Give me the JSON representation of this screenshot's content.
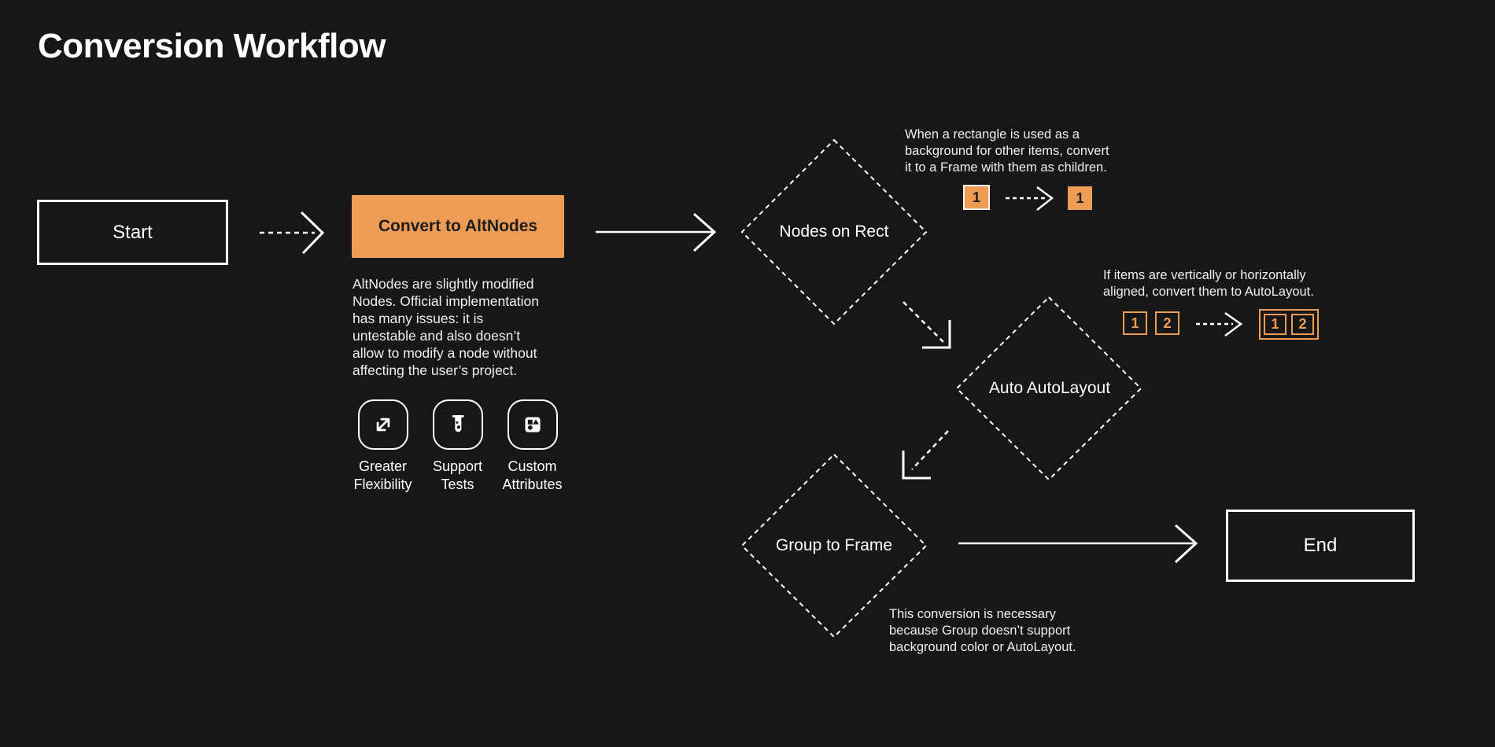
{
  "page": {
    "title": "Conversion Workflow",
    "background_color": "#171717",
    "accent_color": "#EE9C53"
  },
  "nodes": {
    "start": {
      "label": "Start"
    },
    "convert": {
      "label": "Convert to AltNodes",
      "description": "AltNodes are slightly modified\nNodes. Official implementation\nhas many issues: it is\nuntestable and also doesn’t\nallow to modify a node without\naffecting the user’s project.",
      "features": [
        {
          "icon": "expand-icon",
          "label": "Greater\nFlexibility"
        },
        {
          "icon": "test-tube-icon",
          "label": "Support\nTests"
        },
        {
          "icon": "shapes-icon",
          "label": "Custom\nAttributes"
        }
      ]
    },
    "nodes_on_rect": {
      "label": "Nodes on Rect",
      "note": "When a rectangle is used as a\nbackground for other items, convert\nit to a Frame with them as children.",
      "example": {
        "before": "1",
        "after": "1"
      }
    },
    "auto_autolayout": {
      "label": "Auto AutoLayout",
      "note": "If items are vertically or horizontally\naligned, convert them to AutoLayout.",
      "example": {
        "before": [
          "1",
          "2"
        ],
        "after": [
          "1",
          "2"
        ]
      }
    },
    "group_to_frame": {
      "label": "Group to Frame",
      "note": "This conversion is necessary\nbecause Group doesn’t support\nbackground color or AutoLayout."
    },
    "end": {
      "label": "End"
    }
  }
}
